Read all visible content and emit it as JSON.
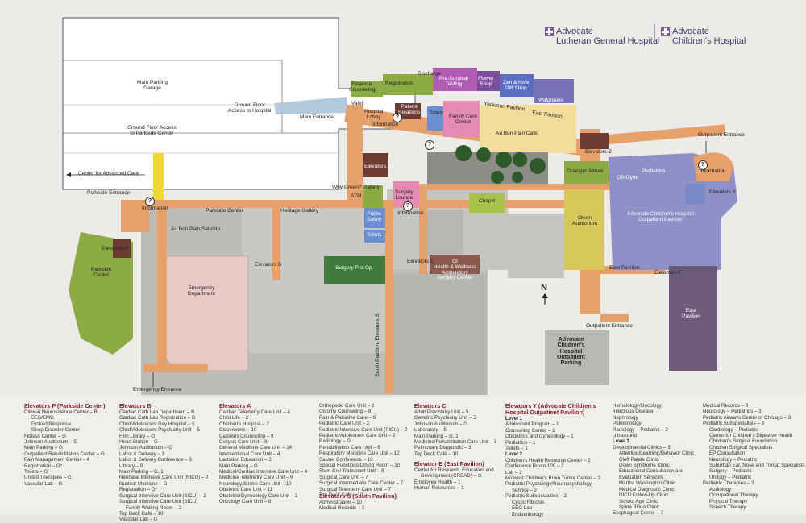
{
  "logos": {
    "lutheran_line1": "Advocate",
    "lutheran_line2": "Lutheran General Hospital",
    "childrens_line1": "Advocate",
    "childrens_line2": "Children's Hospital"
  },
  "colors": {
    "corridor": "#e8a06a",
    "building_gray": "#bdbcb8",
    "legend_heading": "#8a1f2a",
    "childrens_pavilion": "#9090c8",
    "east_pavilion": "#6e5a7a",
    "parkside": "#8cab44",
    "emergency": "#e8c9c6",
    "surgery_preop": "#3f7a3a",
    "olson": "#d8c85c"
  },
  "map_labels": {
    "main_parking_garage": "Main Parking\nGarage",
    "ground_floor_access_hospital": "Ground Floor\nAccess to Hospital",
    "ground_floor_access_parkside": "Ground Floor Access\nto Parkside Center",
    "center_for_advanced_care": "Center for Advanced Care",
    "main_entrance": "Main Entrance",
    "financial_counseling": "Financial\nCounseling",
    "registration": "Registration",
    "discharge": "Discharge",
    "pre_surgical_testing": "Pre-Surgical\nTesting",
    "flower_shop": "Flower\nShop",
    "zen_now_gift_shop": "Zen & Now\nGift Shop",
    "walgreens": "Walgreens",
    "valet": "Valet",
    "hospital_lobby": "Hospital\nLobby",
    "patient_relations": "Patient\nRelations",
    "toilets": "Toilets",
    "family_care_center": "Family Care\nCenter",
    "information": "Information",
    "yackman_pavilion": "Yackman Pavilion",
    "east_pavilion": "East Pavilion",
    "au_bon_pain_cafe": "Au Bon Pain Café",
    "elevators_z": "Elevators Z",
    "outpatient_entrance": "Outpatient Entrance",
    "grainger_atrium": "Grainger Atrium",
    "ob_gyne": "OB-Gyne",
    "pediatrics": "Pediatrics",
    "elevators_y": "Elevators Y",
    "elevators_a": "Elevators A",
    "why_green_gallery": "Why Green? Gallery",
    "atm": "ATM",
    "surgery_lounge": "Surgery\nLounge",
    "chapel": "Chapel",
    "olson_auditorium": "Olson\nAuditorium",
    "childrens_outpatient_pavilion": "Advocate Children's Hospital\nOutpatient Pavilion",
    "parkside_entrance": "Parkside Entrance",
    "parkside_center_corridor": "Parkside Center",
    "heritage_gallery": "Heritage Gallery",
    "public_safety": "Public\nSafety",
    "au_bon_pain_satellite": "Au Bon Pain Satellite",
    "elevators_p": "Elevators P",
    "parkside_center": "Parkside\nCenter",
    "elevators_b": "Elevators B",
    "surgery_pre_op": "Surgery Pre-Op",
    "elevators_c": "Elevators C",
    "gi_health": "GI\nHealth & Wellness\nAmbulatory\nSurgery Center",
    "emergency_department": "Emergency\nDepartment",
    "south_pavilion_elevators_s": "South Pavilion, Elevators S",
    "elevators_e": "Elevators E",
    "east_pavilion_building": "East\nPavilion",
    "north": "N",
    "childrens_parking": "Advocate\nChildren's\nHospital\nOutpatient\nParking",
    "emergency_entrance": "Emergency Entrance",
    "info_marker": "?"
  },
  "legend": {
    "elevators_p": {
      "heading": "Elevators P (Parkside Center)",
      "items": [
        "Clinical Neuroscience Center – B",
        "  EEG/EMG",
        "  Evoked Response",
        "  Sleep Disorder Center",
        "Fitness Center – G",
        "Johnson Auditorium – G",
        "Main Parking – G",
        "Outpatient Rehabilitation Center – G",
        "Pain Management Center – 4",
        "Registration – G*",
        "Toilets – G",
        "United Therapies – G",
        "Vascular Lab – G"
      ]
    },
    "elevators_b": {
      "heading": "Elevators B",
      "items": [
        "Cardiac Cath Lab Department – B",
        "Cardiac Cath Lab Registration – G",
        "Child/Adolescent Day Hospital – 5",
        "Child/Adolescent Psychiatry Unit – 5",
        "Film Library – G",
        "Heart Station – G",
        "Johnson Auditorium – G",
        "Labor & Delivery – 3",
        "Labor & Delivery Conference – 3",
        "Library – 9",
        "Main Parking – G, 1",
        "Neonatal Intensive Care Unit (NICU) – 2",
        "Nuclear Medicine – G",
        "Registration – G*",
        "Surgical Intensive Care Unit (SICU) – 2",
        "Surgical Intensive Care Unit (SICU)",
        "  Family Waiting Room – 2",
        "Top Deck Café – 10",
        "Vascular Lab – G"
      ]
    },
    "elevators_a": {
      "heading": "Elevators A",
      "items": [
        "Cardiac Telemetry Care Unit – 4",
        "Child Life – 2",
        "Children's Hospital – 2",
        "Classrooms – 10",
        "Diabetes Counseling – 9",
        "Dialysis Care Unit – 9",
        "General Medicine Care Unit – 14",
        "Interventional Care Unit – 4",
        "Lactation Education – 3",
        "Main Parking – G",
        "Medical/Cardiac Intensive Care Unit – 4",
        "Medicine Telemetry Care Unit – 9",
        "Neurology/Stroke Care Unit – 10",
        "Obstetric Care Unit – 11",
        "Obstetric/Gynecology Care Unit – 3",
        "Oncology Care Unit – 8"
      ]
    },
    "elevators_a_cont": {
      "items": [
        "Orthopedic Care Unit – 8",
        "Ostomy Counseling – 9",
        "Pain & Palliative Care – 9",
        "Pediatric Care Unit – 2",
        "Pediatric Intensive Care Unit (PICU) – 2",
        "Pediatric/Adolescent Care Unit – 2",
        "Radiology – G",
        "Rehabilitation Care Unit – 6",
        "Respiratory Medicine Care Unit – 12",
        "Sasser Conference – 10",
        "Special Functions Dining Room – 10",
        "Stem Cell Transplant Unit – 8",
        "Surgical Care Unit – 7",
        "Surgical Intermediate Care Center – 7",
        "Surgical Telemetry Care Unit – 7",
        "Top Deck Café – 10"
      ]
    },
    "elevators_s": {
      "heading": "Elevators S (South Pavilion)",
      "items": [
        "Administration – 10",
        "Medical Records – 3"
      ]
    },
    "elevators_c": {
      "heading": "Elevators C",
      "items": [
        "Adult Psychiatry Unit – 5",
        "Geriatric Psychiatry Unit – 5",
        "Johnson Auditorium – G",
        "Laboratory – 5",
        "Main Parking – G, 1",
        "Medicine/Rehabilitation Care Unit – 3",
        "Pulmonary Diagnostic – 3",
        "Top Deck Café – 10"
      ]
    },
    "elevator_e": {
      "heading": "Elevator E (East Pavilion)",
      "items": [
        "Center for Research, Education and",
        "  Development (CREAD) – G",
        "Employee Health – 1",
        "Human Resources – 1"
      ]
    },
    "elevators_y": {
      "heading": "Elevators Y (Advocate Children's Hospital Outpatient Pavilion)",
      "level1": "Level 1",
      "level1_items": [
        "Adolescent Program – 1",
        "Counseling Center – 1",
        "Obstetrics and Gynecology – 1",
        "Pediatrics – 1",
        "Toilets – 1"
      ],
      "level2": "Level 2",
      "level2_items": [
        "Children's Health Resource Center – 2",
        "Conference Room 109 – 2",
        "Lab – 2",
        "Midwest Children's Brain Tumor Center – 2",
        "Pediatric Psychology/Neuropsychology",
        "  Service – 2",
        "Pediatric Subspecialties – 2",
        "  Cystic Fibrosis",
        "  EEG Lab",
        "  Endocrinology"
      ]
    },
    "elevators_y_cont": {
      "items": [
        "Hematology/Oncology",
        "Infectious Disease",
        "Nephrology",
        "Pulmonology",
        "Radiology – Pediatric – 2",
        "Ultrasound"
      ],
      "level3": "Level 3",
      "level3_items": [
        "Developmental Clinics – 3",
        "  Attention/Learning/Behavior Clinic",
        "  Cleft Palate Clinic",
        "  Down Syndrome Clinic",
        "  Educational Consultation and",
        "    Evaluation Services",
        "  Martha Washington Clinic",
        "  Medical Diagnostic Clinic",
        "  NICU Follow-Up Clinic",
        "  School Age Clinic",
        "  Spina Bifida Clinic",
        "Esophageal Center – 3"
      ]
    },
    "elevators_y_cont2": {
      "items": [
        "Medical Records – 3",
        "Neurology – Pediatrics – 3",
        "Pediatric Airways Center of Chicago – 3",
        "Pediatric Subspecialties – 3",
        "  Cardiology – Pediatric",
        "  Center for Children's Digestive Health",
        "  Children's Surgical Foundation",
        "  Children Surgical Specialists",
        "  EP Consultation",
        "  Neurology – Pediatric",
        "  Suburban Ear, Nose and Throat Specialists",
        "  Surgery – Pediatric",
        "  Urology – Pediatric",
        "Pediatric Therapies – 3",
        "  Audiology",
        "  Occupational Therapy",
        "  Physical Therapy",
        "  Speech Therapy"
      ]
    }
  }
}
